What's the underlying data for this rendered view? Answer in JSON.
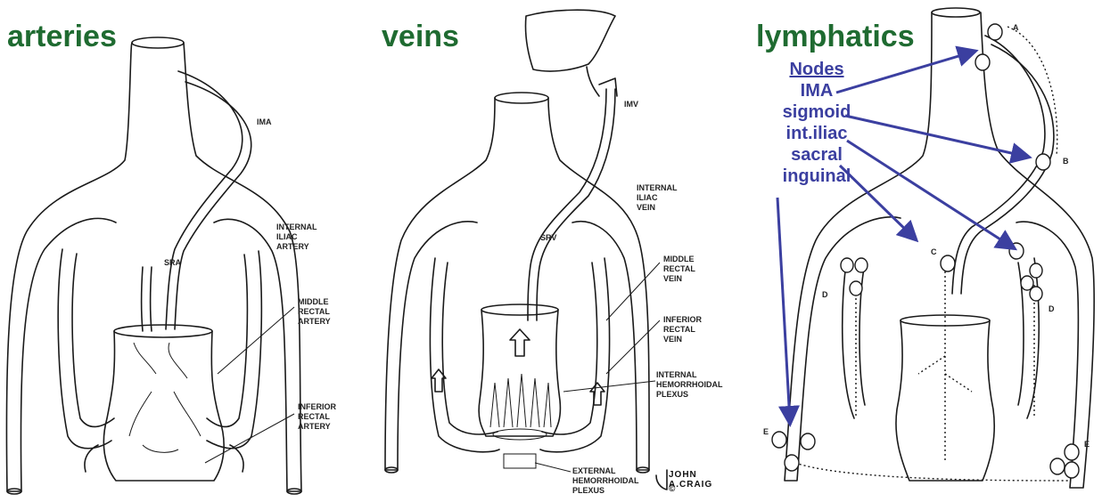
{
  "panels": {
    "arteries": {
      "heading": "arteries",
      "labels": {
        "ima": "IMA",
        "sra": "SRA",
        "internal_iliac": "INTERNAL\nILIAC\nARTERY",
        "middle_rectal": "MIDDLE\nRECTAL\nARTERY",
        "inferior_rectal": "INFERIOR\nRECTAL\nARTERY"
      }
    },
    "veins": {
      "heading": "veins",
      "labels": {
        "imv": "IMV",
        "srv": "SRV",
        "internal_iliac": "INTERNAL\nILIAC\nVEIN",
        "middle_rectal": "MIDDLE\nRECTAL\nVEIN",
        "inferior_rectal": "INFERIOR\nRECTAL\nVEIN",
        "internal_plexus": "INTERNAL\nHEMORRHOIDAL\nPLEXUS",
        "external_plexus": "EXTERNAL\nHEMORRHOIDAL\nPLEXUS"
      },
      "credit": "JOHN A.CRAIG",
      "copyright": "©"
    },
    "lymphatics": {
      "heading": "lymphatics",
      "nodes_title": "Nodes",
      "node_groups": [
        "IMA",
        "sigmoid",
        "int.iliac",
        "sacral",
        "inguinal"
      ],
      "letters": {
        "a": "A",
        "b": "B",
        "c": "C",
        "d_left": "D",
        "d_right": "D",
        "e_left": "E",
        "e_right": "E"
      }
    }
  },
  "colors": {
    "heading": "#1f6b31",
    "annotation": "#3b3fa0",
    "line_art": "#1a1a1a"
  }
}
